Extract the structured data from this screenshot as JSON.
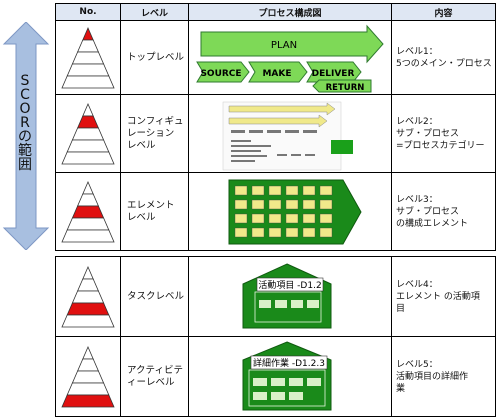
{
  "scope_arrow": {
    "label": "SCORの範囲",
    "glyphs": [
      "S",
      "C",
      "O",
      "R",
      "の",
      "範",
      "囲"
    ],
    "color": "#a8bfe0"
  },
  "table": {
    "headers": {
      "no": "No.",
      "level": "レベル",
      "diagram": "プロセス構成図",
      "content": "内容"
    },
    "rows": [
      {
        "level_lines": [
          "トップレベル"
        ],
        "content_lines": [
          "レベル1：",
          "5つのメイン・プロセス"
        ]
      },
      {
        "level_lines": [
          "コンフィギュ",
          "レーション",
          "レベル"
        ],
        "content_lines": [
          "レベル2：",
          "サブ・プロセス",
          "=プロセスカテゴリー"
        ]
      },
      {
        "level_lines": [
          "エレメント",
          "レベル"
        ],
        "content_lines": [
          "レベル3：",
          "サブ・プロセス",
          "の構成エレメント"
        ]
      },
      {
        "level_lines": [
          "タスクレベル"
        ],
        "content_lines": [
          "レベル4：",
          "エレメント の活動項",
          "目"
        ]
      },
      {
        "level_lines": [
          "アクティビテ",
          "ィーレベル"
        ],
        "content_lines": [
          "レベル5：",
          "活動項目の詳細作",
          "業"
        ]
      }
    ]
  },
  "level1_diagram": {
    "plan": "PLAN",
    "source": "SOURCE",
    "make": "MAKE",
    "deliver": "DELIVER",
    "return": "RETURN"
  },
  "level4_diagram": {
    "title": "活動項目 -D1.2"
  },
  "level5_diagram": {
    "title": "詳細作業 -D1.2.3"
  },
  "colors": {
    "pyramid_highlight": "#e01010",
    "process_green": "#1a8a1a",
    "light_green": "#7ed957",
    "header_bg": "#dfe7f3"
  }
}
